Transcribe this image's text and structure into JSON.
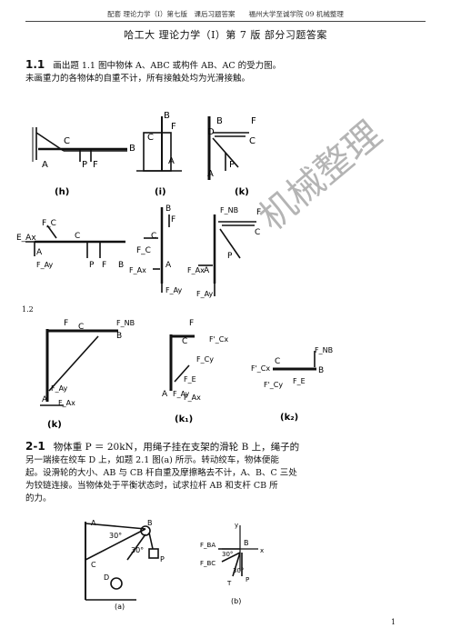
{
  "header": {
    "running": "配套 理论力学（I）第七版　课后习题答案　　福州大学至诚学院 09 机械整理",
    "title": "哈工大 理论力学（I）第 7 版 部分习题答案"
  },
  "q11": {
    "num": "1.1",
    "line1": "画出题 1.1 图中物体 A、ABC 或构件 AB、AC 的受力图。",
    "line2": "未画重力的各物体的自重不计，所有接触处均为光滑接触。"
  },
  "fig_top": {
    "h": {
      "caption": "(h)",
      "labels": [
        "C",
        "A",
        "P",
        "F",
        "B"
      ]
    },
    "i": {
      "caption": "(i)",
      "labels": [
        "B",
        "F",
        "C",
        "A"
      ]
    },
    "k": {
      "caption": "(k)",
      "labels": [
        "B",
        "D",
        "F",
        "C",
        "P",
        "A"
      ]
    }
  },
  "fig_mid": {
    "h": {
      "labels": [
        "F_C",
        "E_Ax",
        "C",
        "A",
        "F_Ay",
        "P",
        "F",
        "B"
      ]
    },
    "i": {
      "labels": [
        "B",
        "F",
        "F_C",
        "C",
        "F_Ax",
        "A",
        "F_Ay"
      ]
    },
    "k": {
      "labels": [
        "F_NB",
        "F",
        "C",
        "P",
        "F_Ax",
        "A",
        "F_Ay"
      ]
    }
  },
  "section_mark": "1.2",
  "fig_k": {
    "k": {
      "caption": "(k)",
      "labels": [
        "F",
        "C",
        "F_NB",
        "B",
        "F_Ay",
        "A",
        "F_Ax"
      ]
    },
    "k1": {
      "caption": "(k₁)",
      "labels": [
        "F",
        "C",
        "F'_Cx",
        "F_Cy",
        "F_E",
        "F_Ay",
        "A",
        "F_Ax"
      ]
    },
    "k2": {
      "caption": "(k₂)",
      "labels": [
        "C",
        "F_NB",
        "F'_Cx",
        "B",
        "F'_Cy",
        "F_E"
      ]
    }
  },
  "q21": {
    "num": "2-1",
    "line1": "物体重 P ＝ 20kN，用绳子挂在支架的滑轮 B 上，绳子的",
    "line2": "另一端接在绞车 D 上，如题 2.1 图(a) 所示。转动绞车，物体便能",
    "line3": "起。设滑轮的大小、AB 与 CB 杆自重及摩擦略去不计，A、B、C 三处",
    "line4": "为铰链连接。当物体处于平衡状态时，试求拉杆 AB 和支杆 CB 所",
    "line5": "的力。"
  },
  "fig_21": {
    "a": {
      "caption": "(a)",
      "labels": [
        "A",
        "B",
        "30°",
        "30°",
        "C",
        "D",
        "P"
      ]
    },
    "b": {
      "caption": "(b)",
      "labels": [
        "y",
        "B",
        "x",
        "F_BA",
        "F_BC",
        "30°",
        "30°",
        "T",
        "P"
      ]
    }
  },
  "watermark": "机械整理",
  "page_number": "1"
}
